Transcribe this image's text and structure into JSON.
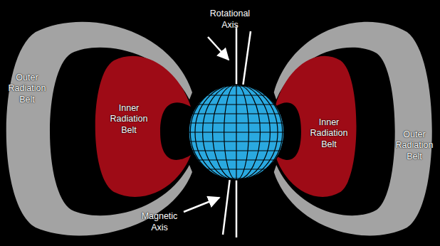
{
  "diagram": {
    "nodes": [
      {
        "text": [
          "Outer Radiation Belt"
        ]
      },
      {
        "text": [
          "Inner Radiation Belt"
        ]
      },
      {
        "text": [
          "Inner Radiation Belt"
        ]
      },
      {
        "text": [
          "Outer Radiation Belt"
        ]
      }
    ],
    "labels": [
      "Rotational Axis",
      "Magnetic Axis"
    ]
  }
}
